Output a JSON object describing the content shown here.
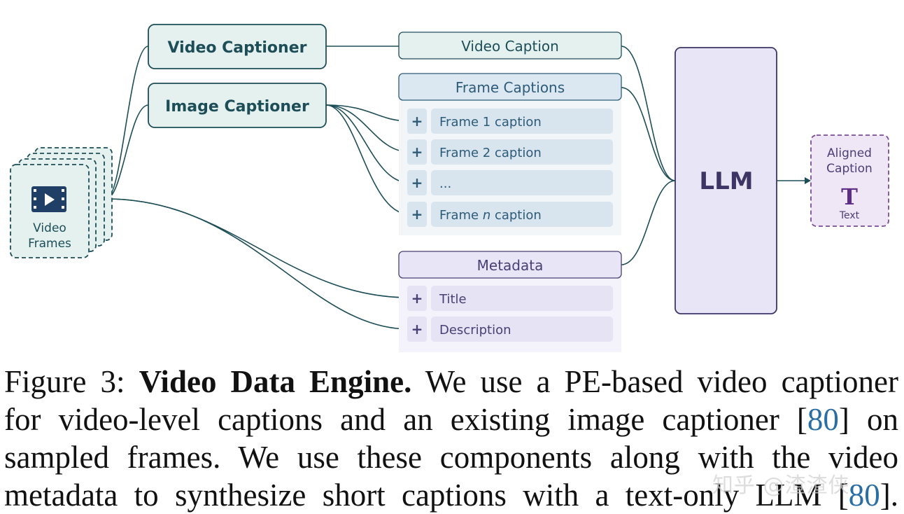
{
  "colors": {
    "teal_dark": "#1d4e57",
    "teal_fill": "#e4f1ef",
    "blue_fill": "#dbe8f1",
    "blue_row": "#d8e4ee",
    "purple_fill": "#e8e6f6",
    "purple_dark": "#4a3f75",
    "aligned_border": "#7a4c96",
    "link": "#2a6ea6"
  },
  "diagram": {
    "video_frames_icon": "film-play-icon",
    "video_frames_label_1": "Video",
    "video_frames_label_2": "Frames",
    "video_captioner": "Video Captioner",
    "image_captioner": "Image Captioner",
    "video_caption": "Video Caption",
    "frame_captions": "Frame Captions",
    "frame_rows": [
      {
        "prefix": "Frame 1 caption",
        "italic": "",
        "suffix": ""
      },
      {
        "prefix": "Frame 2 caption",
        "italic": "",
        "suffix": ""
      },
      {
        "prefix": "...",
        "italic": "",
        "suffix": ""
      },
      {
        "prefix": "Frame ",
        "italic": "n",
        "suffix": " caption"
      }
    ],
    "plus": "+",
    "metadata": "Metadata",
    "metadata_rows": [
      "Title",
      "Description"
    ],
    "llm": "LLM",
    "aligned_1": "Aligned",
    "aligned_2": "Caption",
    "text_icon_glyph": "T",
    "text_label": "Text"
  },
  "caption": {
    "fig_label": "Figure 3: ",
    "bold": "Video Data Engine.",
    "line1_rest": " We use a PE-based video captioner",
    "line2_a": "for video-level captions and an existing image captioner [",
    "ref1": "80",
    "line2_b": "] on",
    "line3": "sampled frames. We use these components along with the video",
    "line4_a": "metadata to synthesize short captions with a text-only LLM [",
    "ref2": "80",
    "line4_b": "]."
  },
  "watermark": "知乎 @渣渣侠"
}
